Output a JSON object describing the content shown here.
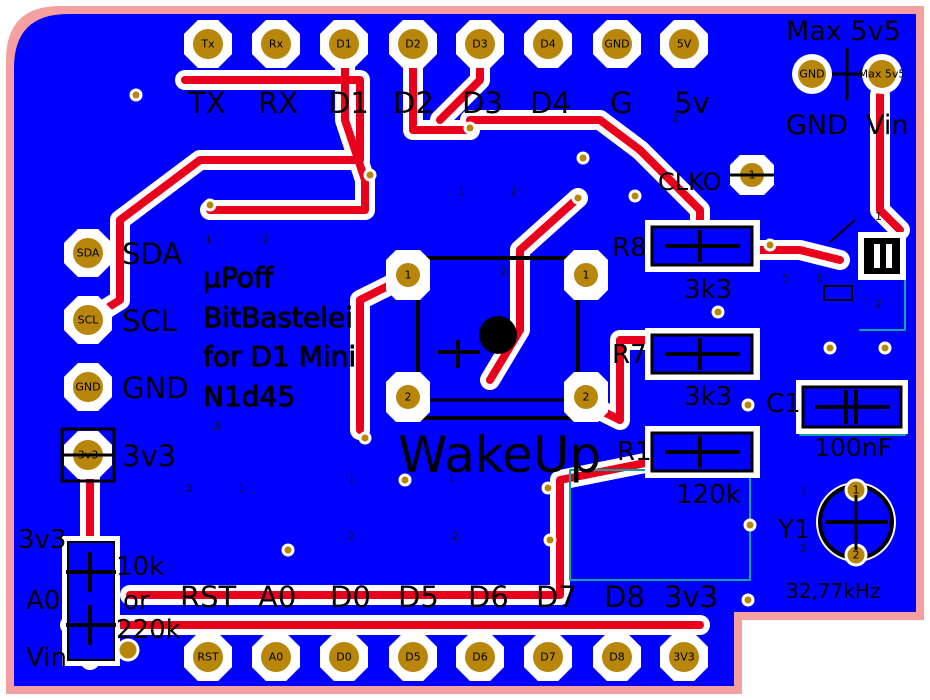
{
  "colors": {
    "outline": "#f4a0a0",
    "copper_top": "#e8001c",
    "copper_bottom": "#0000ff",
    "pad": "#b8860b",
    "silkscreen": "#000000",
    "clearance": "#ffffff",
    "teal": "#12a4a0"
  },
  "header_top": {
    "pads": [
      "Tx",
      "Rx",
      "D1",
      "D2",
      "D3",
      "D4",
      "GND",
      "5V"
    ],
    "labels": [
      "TX",
      "RX",
      "D1",
      "D2",
      "D3",
      "D4",
      "G",
      "5v"
    ]
  },
  "header_bottom": {
    "pads": [
      "RST",
      "A0",
      "D0",
      "D5",
      "D6",
      "D7",
      "D8",
      "3V3"
    ],
    "labels": [
      "RST",
      "A0",
      "D0",
      "D5",
      "D6",
      "D7",
      "D8",
      "3v3"
    ]
  },
  "left_header": {
    "pads": [
      "SDA",
      "SCL",
      "GND",
      "3v3"
    ],
    "labels": [
      "SDA",
      "SCL",
      "GND",
      "3v3"
    ]
  },
  "power_header": {
    "title": "Max 5v5",
    "pads": [
      "GND",
      "Max 5v5"
    ],
    "labels": [
      "GND",
      "Vin"
    ]
  },
  "board_text": {
    "line1": "µPoff",
    "line2": "BitBastelei",
    "line3": "for D1 Mini",
    "line4": "N1d45"
  },
  "button": {
    "label": "WakeUp",
    "pin_numbers": [
      "1",
      "1",
      "2",
      "2"
    ]
  },
  "components": {
    "clko": "CLKO",
    "r8": {
      "ref": "R8",
      "value": "3k3"
    },
    "r7": {
      "ref": "R7",
      "value": "3k3"
    },
    "r1": {
      "ref": "R1",
      "value": "120k"
    },
    "c1": {
      "ref": "C1",
      "value": "100nF"
    },
    "y1": {
      "ref": "Y1",
      "value": "32,77kHz"
    }
  },
  "jumper": {
    "labels": [
      "3v3",
      "A0",
      "Vin"
    ],
    "options": [
      "10k",
      "or",
      "220k"
    ]
  },
  "pin_numbers": [
    "1",
    "2",
    "1",
    "2",
    "1",
    "2",
    "3",
    "2",
    "1",
    "1",
    "2",
    "2",
    "1",
    "2",
    "1",
    "2",
    "5",
    "6",
    "1",
    "2",
    "1",
    "2"
  ]
}
